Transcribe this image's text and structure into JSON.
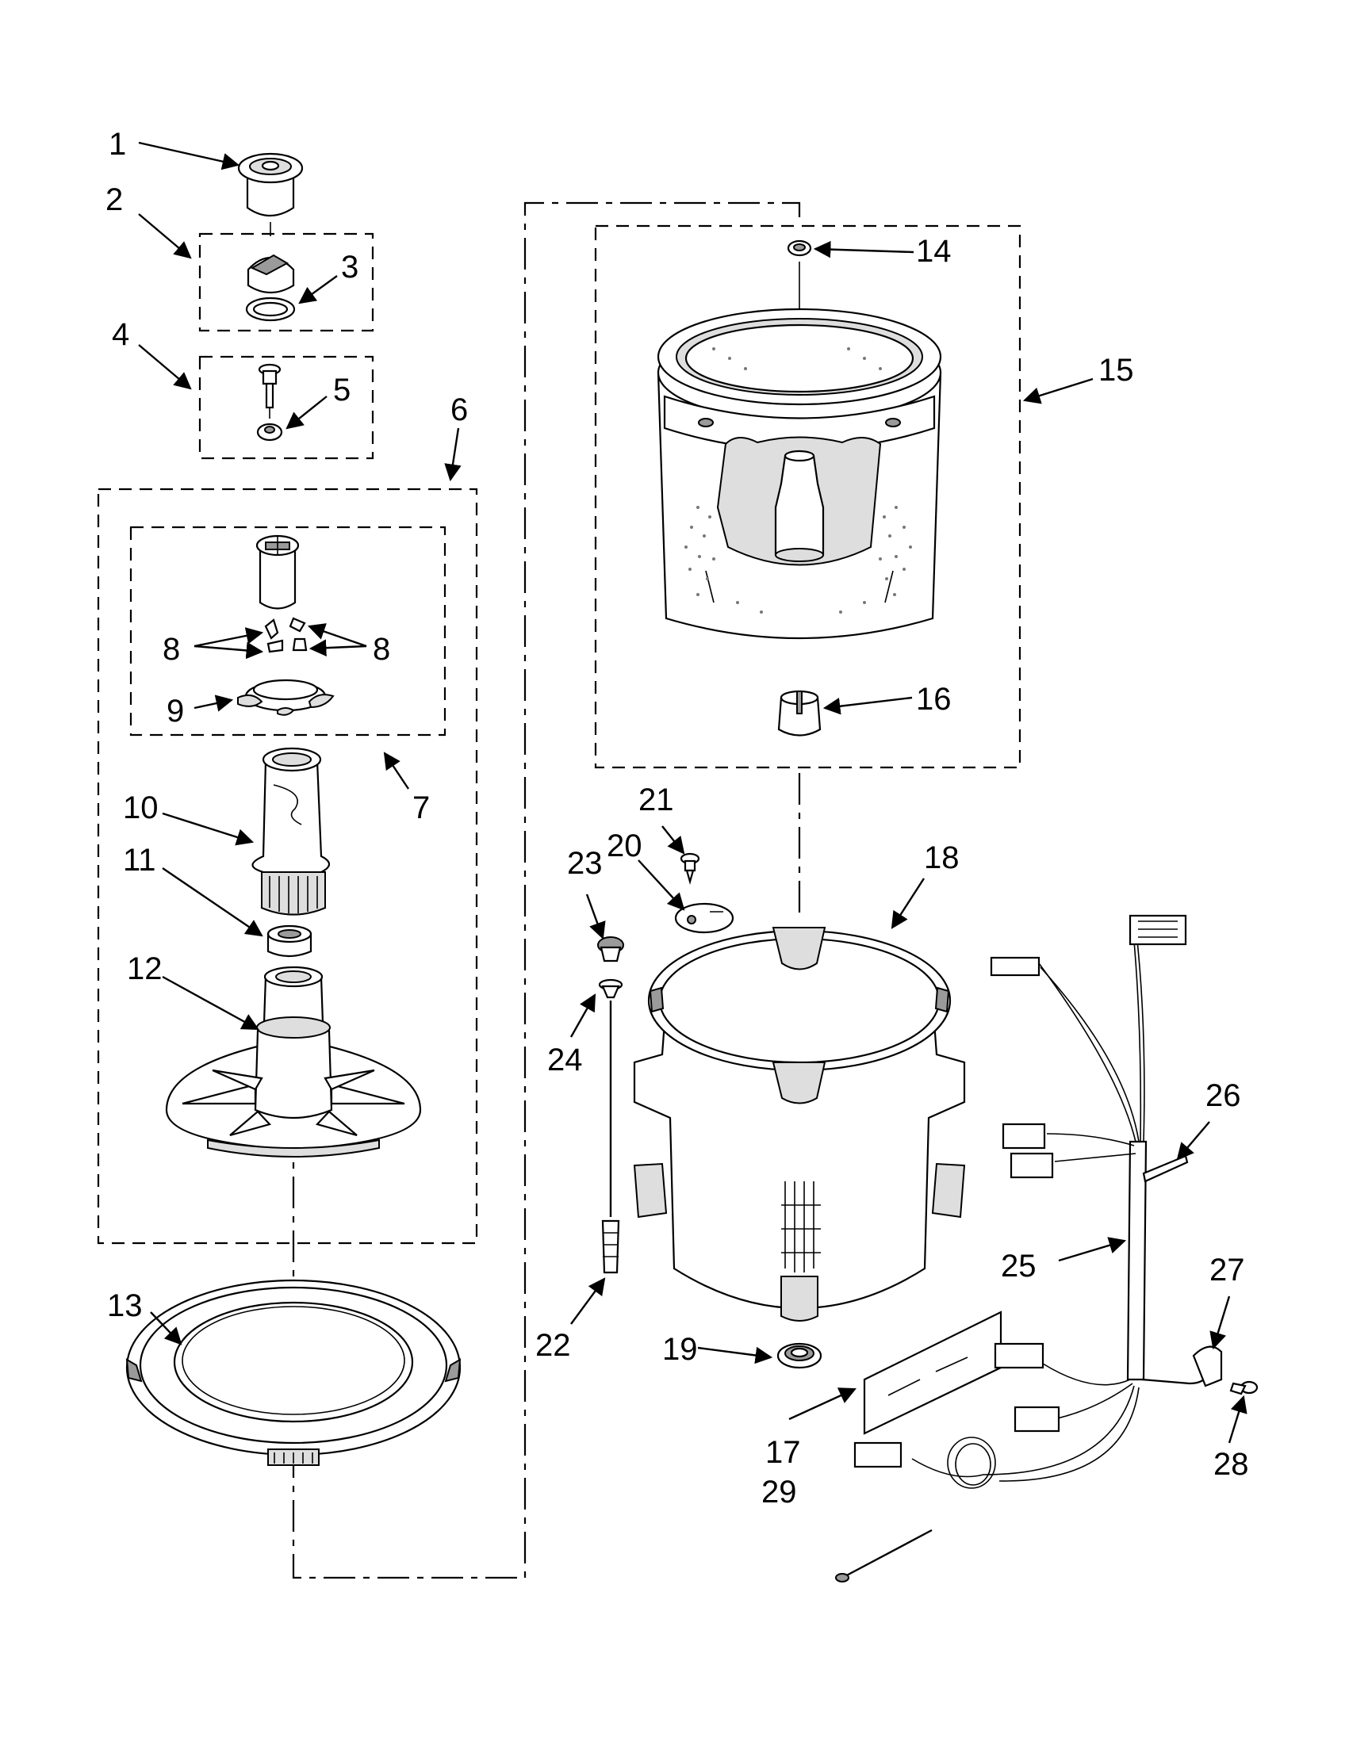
{
  "callouts": {
    "c1": "1",
    "c2": "2",
    "c3": "3",
    "c4": "4",
    "c5": "5",
    "c6": "6",
    "c7": "7",
    "c8a": "8",
    "c8b": "8",
    "c9": "9",
    "c10": "10",
    "c11": "11",
    "c12": "12",
    "c13": "13",
    "c14": "14",
    "c15": "15",
    "c16": "16",
    "c17": "17",
    "c18": "18",
    "c19": "19",
    "c20": "20",
    "c21": "21",
    "c22": "22",
    "c23": "23",
    "c24": "24",
    "c25": "25",
    "c26": "26",
    "c27": "27",
    "c28": "28",
    "c29": "29"
  }
}
